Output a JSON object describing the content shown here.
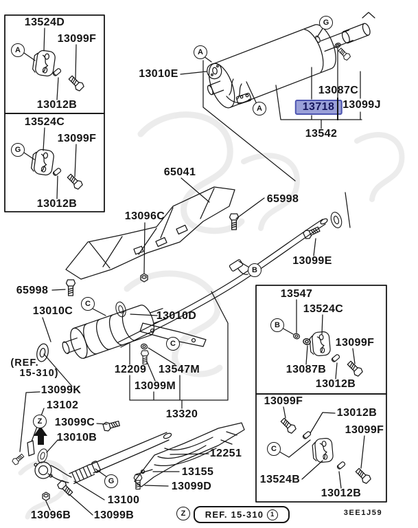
{
  "diagram": {
    "type": "exhaust-system-parts-diagram",
    "highlighted_part": "13718",
    "highlight_fill": "#9aa0d8",
    "highlight_border": "#4d55b0"
  },
  "labels": [
    {
      "text": "13524D"
    },
    {
      "text": "13099F"
    },
    {
      "text": "13012B"
    },
    {
      "text": "13524C"
    },
    {
      "text": "13099F"
    },
    {
      "text": "13012B"
    },
    {
      "text": "13010E"
    },
    {
      "text": "13087C"
    },
    {
      "text": "13718"
    },
    {
      "text": "13099J"
    },
    {
      "text": "13542"
    },
    {
      "text": "65041"
    },
    {
      "text": "65998"
    },
    {
      "text": "13096C"
    },
    {
      "text": "13099E"
    },
    {
      "text": "65998"
    },
    {
      "text": "13010C"
    },
    {
      "text": "(REF."
    },
    {
      "text": "15-310)"
    },
    {
      "text": "13010D"
    },
    {
      "text": "12209"
    },
    {
      "text": "13547M"
    },
    {
      "text": "13099M"
    },
    {
      "text": "13320"
    },
    {
      "text": "13099K"
    },
    {
      "text": "13102"
    },
    {
      "text": "13099C"
    },
    {
      "text": "13010B"
    },
    {
      "text": "12251"
    },
    {
      "text": "13155"
    },
    {
      "text": "13099D"
    },
    {
      "text": "13100"
    },
    {
      "text": "13096B"
    },
    {
      "text": "13099B"
    },
    {
      "text": "13547"
    },
    {
      "text": "13524C"
    },
    {
      "text": "13099F"
    },
    {
      "text": "13087B"
    },
    {
      "text": "13012B"
    },
    {
      "text": "13099F"
    },
    {
      "text": "13012B"
    },
    {
      "text": "13099F"
    },
    {
      "text": "13524B"
    },
    {
      "text": "13012B"
    }
  ],
  "callouts": [
    {
      "letter": "A"
    },
    {
      "letter": "G"
    },
    {
      "letter": "A"
    },
    {
      "letter": "A"
    },
    {
      "letter": "G"
    },
    {
      "letter": "B"
    },
    {
      "letter": "C"
    },
    {
      "letter": "C"
    },
    {
      "letter": "B"
    },
    {
      "letter": "C"
    },
    {
      "letter": "Z"
    },
    {
      "letter": "G"
    },
    {
      "letter": "Z"
    }
  ],
  "footer": {
    "ref": "REF. 15-310",
    "ref_num": "1",
    "code": "3EE1J59"
  }
}
